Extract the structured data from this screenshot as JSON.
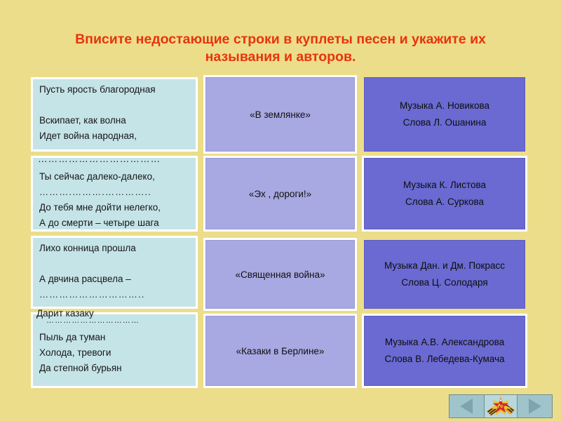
{
  "slide": {
    "title": "Вписите недостающие строки в куплеты песен и укажите их называния и авторов.",
    "title_line1": "Вписите недостающие строки в куплеты песен и укажите их",
    "title_line2": "называния и авторов.",
    "background_color": "#ecdd8b",
    "title_color": "#e8340c",
    "lyric_cell_color": "#c5e4e8",
    "song_cell_color": "#a8a8e2",
    "author_cell_color": "#6a6ad2"
  },
  "rows": [
    {
      "lyric_lines": [
        "Пусть ярость благородная",
        "",
        "Вскипает, как волна",
        "Идет война народная,"
      ],
      "overflow_blank": "………………………………",
      "song": "«В землянке»",
      "author_music": "Музыка А. Новикова",
      "author_words": "Слова Л. Ошанина"
    },
    {
      "lyric_lines": [
        "Ты сейчас далеко-далеко,",
        "……….……….…………..",
        "До тебя мне дойти нелегко,",
        "А до смерти – четыре шага"
      ],
      "overflow_blank": "",
      "song": "«Эх , дороги!»",
      "author_music": "Музыка К. Листова",
      "author_words": "Слова А. Суркова"
    },
    {
      "lyric_lines": [
        "Лихо конница прошла",
        "",
        "А двчина расцвела –",
        "………………………….."
      ],
      "overflow_text": "Дарит казаку",
      "overflow_blank": "……………………………",
      "song": "«Священная война»",
      "author_music": "Музыка Дан. и Дм. Покрасс",
      "author_words": "Слова Ц. Солодаря"
    },
    {
      "lyric_lines": [
        "Пыль да туман",
        "Холода, тревоги",
        "Да степной бурьян"
      ],
      "overflow_blank": "",
      "song": "«Казаки в Берлине»",
      "author_music": "Музыка А.В. Александрова",
      "author_words": "Слова В. Лебедева-Кумача"
    }
  ],
  "nav": {
    "prev_label": "◀",
    "next_label": "▶",
    "medal_label": "order-of-patriotic-war-medal"
  }
}
